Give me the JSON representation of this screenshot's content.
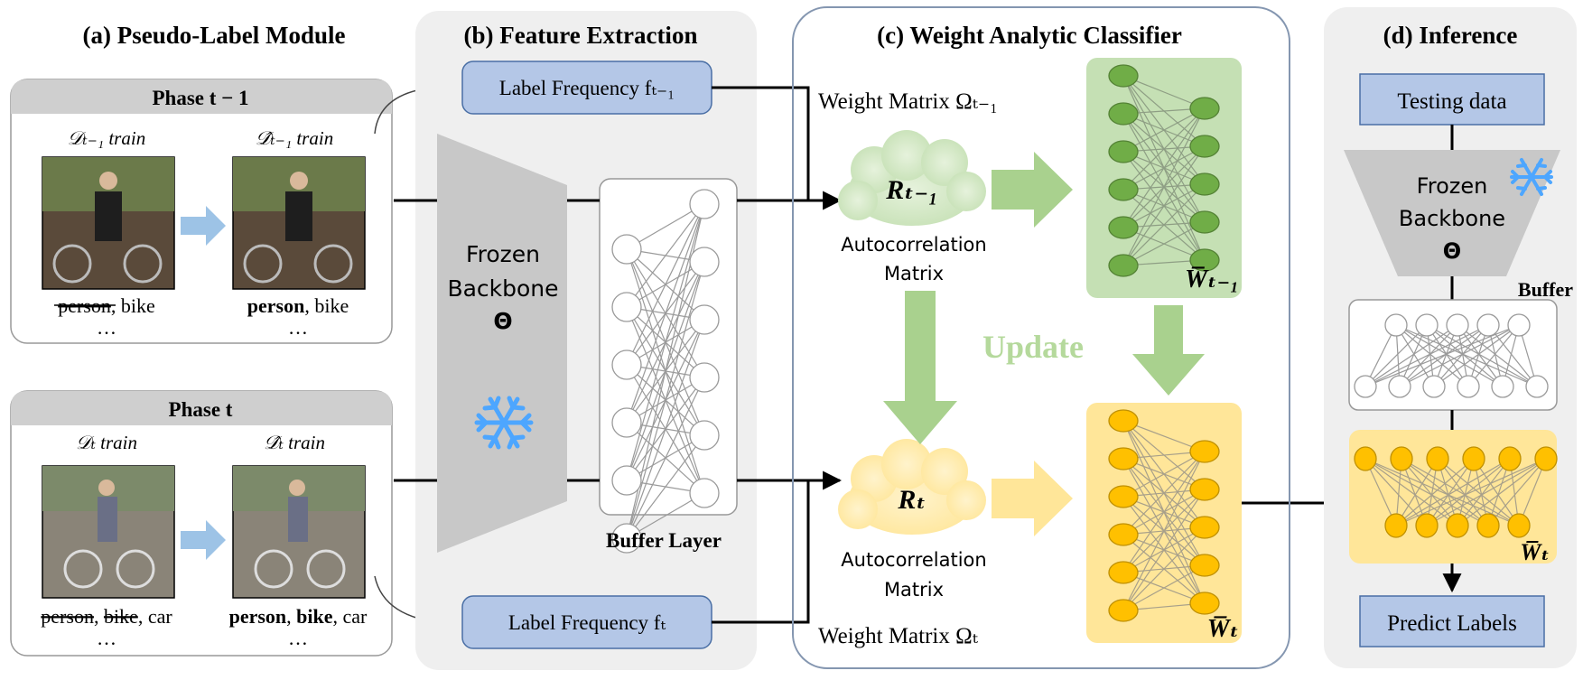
{
  "colors": {
    "panel_gray": "#efefef",
    "phase_header": "#c8c8c8",
    "label_box_fill": "#b4c7e7",
    "label_box_stroke": "#4a6fa5",
    "green_panel": "#c5e0b4",
    "green_node": "#70ad47",
    "green_arrow": "#a9d18e",
    "yellow_panel": "#ffe699",
    "yellow_node": "#ffc000",
    "update_text": "#b5d99c",
    "snowflake": "#4da6ff",
    "backbone_gray": "#c8c8c8"
  },
  "panel_a": {
    "title": "(a) Pseudo-Label Module",
    "phase_prev": {
      "header": "Phase t − 1",
      "dataset_label": "𝒟ₜ₋₁ train",
      "pseudo_dataset_label": "𝒟̂ₜ₋₁ train",
      "labels_before": [
        {
          "text": "person",
          "struck": true
        },
        {
          "text": ", bike",
          "struck": false
        }
      ],
      "labels_after": [
        {
          "text": "person",
          "bold": true
        },
        {
          "text": ", bike",
          "bold": false
        }
      ],
      "ellipsis": "…"
    },
    "phase_cur": {
      "header": "Phase t",
      "dataset_label": "𝒟ₜ train",
      "pseudo_dataset_label": "𝒟̂ₜ train",
      "labels_before": [
        {
          "text": "person",
          "struck": true
        },
        {
          "text": ", ",
          "struck": false
        },
        {
          "text": "bike",
          "struck": true
        },
        {
          "text": ", car",
          "struck": false
        }
      ],
      "labels_after": [
        {
          "text": "person",
          "bold": true
        },
        {
          "text": ", ",
          "bold": false
        },
        {
          "text": "bike",
          "bold": true
        },
        {
          "text": ", car",
          "bold": false
        }
      ],
      "ellipsis": "…"
    }
  },
  "panel_b": {
    "title": "(b) Feature Extraction",
    "label_freq_prev": "Label Frequency fₜ₋₁",
    "label_freq_cur": "Label Frequency fₜ",
    "backbone_line1": "Frozen",
    "backbone_line2": "Backbone",
    "backbone_symbol": "Θ",
    "buffer_label": "Buffer Layer"
  },
  "panel_c": {
    "title": "(c) Weight Analytic Classifier",
    "weight_matrix_prev": "Weight Matrix Ωₜ₋₁",
    "weight_matrix_cur": "Weight Matrix Ωₜ",
    "r_prev": "Rₜ₋₁",
    "r_cur": "Rₜ",
    "autocorr_line1": "Autocorrelation",
    "autocorr_line2": "Matrix",
    "update": "Update",
    "w_prev": "W̅ₜ₋₁",
    "w_cur": "W̅ₜ"
  },
  "panel_d": {
    "title": "(d) Inference",
    "testing_data": "Testing data",
    "backbone_line1": "Frozen",
    "backbone_line2": "Backbone",
    "backbone_symbol": "Θ",
    "buffer": "Buffer",
    "w_cur": "W̅ₜ",
    "predict": "Predict Labels"
  }
}
